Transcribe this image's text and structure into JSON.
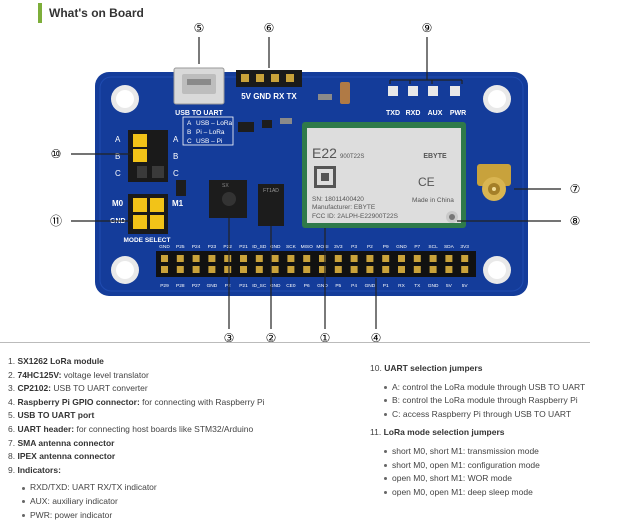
{
  "heading": "What's on Board",
  "callouts": [
    "①",
    "②",
    "③",
    "④",
    "⑤",
    "⑥",
    "⑦",
    "⑧",
    "⑨",
    "⑩",
    "⑪"
  ],
  "board": {
    "usb_label": "USB TO UART",
    "uart_header": "5V GND RX TX",
    "led_labels": [
      "TXD",
      "RXD",
      "AUX",
      "PWR"
    ],
    "jumper_box": [
      "A",
      "USB – LoRa",
      "B",
      "Pi – LoRa",
      "C",
      "USB – Pi"
    ],
    "jumper_side": [
      "A",
      "B",
      "C"
    ],
    "mode_labels": [
      "M0",
      "M1",
      "GND"
    ],
    "mode_select": "MODE SELECT",
    "module_model": "E22",
    "module_sub": "900T22S",
    "module_brand": "EBYTE",
    "module_sn": "SN: 18011400420",
    "module_mfr": "Manufacturer: EBYTE",
    "module_fcc": "FCC ID: 2ALPH-E22900T22S",
    "module_made": "Made in China",
    "chip1": "SX",
    "chip2": "FT1AD",
    "pin_top": [
      "GND",
      "P25",
      "P24",
      "P23",
      "P22",
      "P21",
      "ID_SD",
      "GND",
      "SCK",
      "MISO",
      "MOSI",
      "3V3",
      "P3",
      "P2",
      "P9",
      "GND",
      "P7",
      "SCL",
      "SDA",
      "3V3"
    ],
    "pin_bottom": [
      "P29",
      "P28",
      "P27",
      "GND",
      "P2",
      "P21",
      "ID_SC",
      "GND",
      "CE0",
      "P6",
      "GND",
      "P5",
      "P4",
      "GND",
      "P1",
      "RX",
      "TX",
      "GND",
      "5V",
      "5V"
    ]
  },
  "legend": {
    "items": [
      {
        "num": "1.",
        "bold": "SX1262 LoRa module",
        "rest": ""
      },
      {
        "num": "2.",
        "bold": "74HC125V:",
        "rest": " voltage level translator"
      },
      {
        "num": "3.",
        "bold": "CP2102:",
        "rest": " USB TO UART converter"
      },
      {
        "num": "4.",
        "bold": "Raspberry Pi GPIO connector:",
        "rest": " for connecting with Raspberry Pi"
      },
      {
        "num": "5.",
        "bold": "USB TO UART port",
        "rest": ""
      },
      {
        "num": "6.",
        "bold": "UART header:",
        "rest": " for connecting host boards like STM32/Arduino"
      },
      {
        "num": "7.",
        "bold": "SMA antenna connector",
        "rest": ""
      },
      {
        "num": "8.",
        "bold": "IPEX antenna connector",
        "rest": ""
      },
      {
        "num": "9.",
        "bold": "Indicators:",
        "rest": ""
      }
    ],
    "indicators": [
      "RXD/TXD: UART RX/TX indicator",
      "AUX: auxiliary indicator",
      "PWR: power indicator"
    ],
    "uart_heading_num": "10.",
    "uart_heading": "UART selection jumpers",
    "uart_items": [
      "A: control the LoRa module through USB TO UART",
      "B: control the LoRa module through Raspberry Pi",
      "C: access Raspberry Pi through USB TO UART"
    ],
    "mode_heading_num": "11.",
    "mode_heading": "LoRa mode selection jumpers",
    "mode_items": [
      "short M0, short M1: transmission mode",
      "short M0, open M1: configuration mode",
      "open M0, short M1: WOR mode",
      "open M0, open M1: deep sleep mode"
    ]
  }
}
